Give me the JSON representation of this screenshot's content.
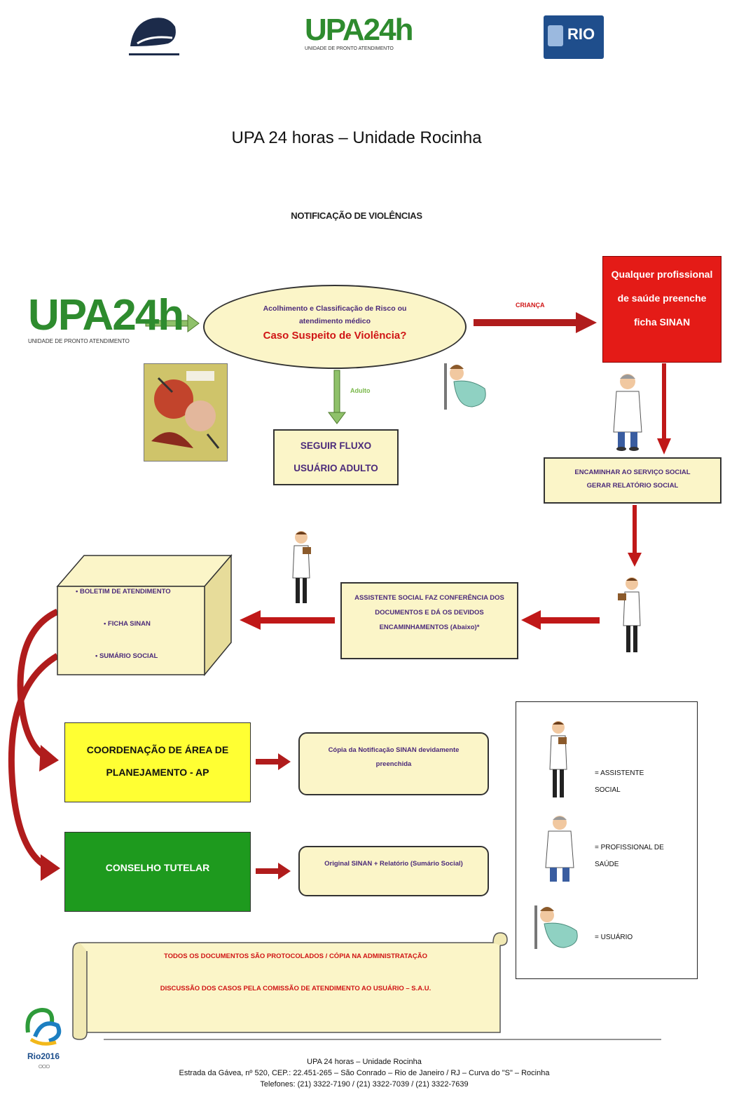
{
  "header": {
    "logo_left_caption": "",
    "logo_center_text": "UPA24h",
    "logo_center_sub": "UNIDADE DE PRONTO ATENDIMENTO",
    "logo_right_text": "RIO"
  },
  "title": "UPA 24 horas – Unidade Rocinha",
  "subtitle": "NOTIFICAÇÃO DE VIOLÊNCIAS",
  "flow": {
    "upa_logo_text": "UPA24h",
    "upa_logo_sub": "UNIDADE DE PRONTO ATENDIMENTO",
    "ellipse_line1": "Acolhimento e Classificação de Risco ou",
    "ellipse_line2": "atendimento médico",
    "ellipse_question": "Caso Suspeito de Violência?",
    "label_crianca": "CRIANÇA",
    "label_adulto": "Adulto",
    "red_box": "Qualquer profissional de saúde preenche ficha SINAN",
    "adult_box": "SEGUIR FLUXO USUÁRIO ADULTO",
    "encaminhar_line1": "ENCAMINHAR AO SERVIÇO SOCIAL",
    "encaminhar_line2": "GERAR RELATÓRIO SOCIAL",
    "assistente_box": "ASSISTENTE SOCIAL FAZ CONFERÊNCIA DOS DOCUMENTOS E DÁ OS DEVIDOS ENCAMINHAMENTOS (Abaixo)*",
    "cube_item1": "• BOLETIM DE ATENDIMENTO",
    "cube_item2": "• FICHA SINAN",
    "cube_item3": "• SUMÁRIO SOCIAL",
    "coord_box": "COORDENAÇÃO DE ÁREA DE PLANEJAMENTO - AP",
    "coord_note": "Cópia da Notificação SINAN devidamente preenchida",
    "conselho_box": "CONSELHO TUTELAR",
    "conselho_note": "Original SINAN + Relatório (Sumário Social)",
    "scroll_line1": "TODOS OS DOCUMENTOS SÃO PROTOCOLADOS / CÓPIA NA ADMINISTRATAÇÃO",
    "scroll_line2": "DISCUSSÃO DOS CASOS PELA COMISSÃO DE ATENDIMENTO AO USUÁRIO – S.A.U."
  },
  "legend": {
    "item1": "= ASSISTENTE SOCIAL",
    "item2": "= PROFISSIONAL DE SAÚDE",
    "item3": "= USUÁRIO"
  },
  "footer": {
    "line1": "UPA 24 horas – Unidade Rocinha",
    "line2": "Estrada da Gávea, nº 520, CEP.: 22.451-265 – São Conrado – Rio de Janeiro / RJ – Curva do \"S\" – Rocinha",
    "line3": "Telefones: (21) 3322-7190 / (21) 3322-7039 / (21) 3322-7639",
    "olympic_text": "Rio2016"
  },
  "colors": {
    "red": "#e41b17",
    "dark_red_arrow": "#b01c1c",
    "green_box": "#1e9a1e",
    "yellow_box": "#ffff33",
    "light_yellow": "#fbf5c8",
    "purple_text": "#4b2a7a"
  }
}
